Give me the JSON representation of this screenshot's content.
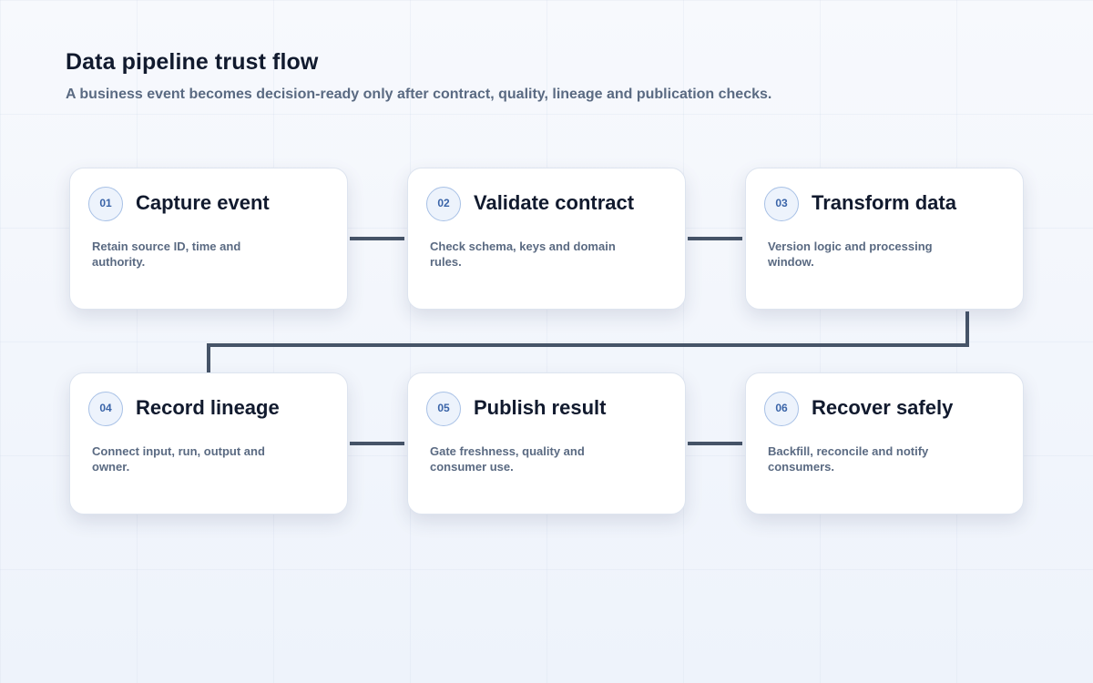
{
  "header": {
    "title": "Data pipeline trust flow",
    "subtitle": "A business event becomes decision-ready only after contract, quality, lineage and publication checks."
  },
  "steps": [
    {
      "number": "01",
      "title": "Capture event",
      "description": "Retain source ID, time and authority."
    },
    {
      "number": "02",
      "title": "Validate contract",
      "description": "Check schema, keys and domain rules."
    },
    {
      "number": "03",
      "title": "Transform data",
      "description": "Version logic and processing window."
    },
    {
      "number": "04",
      "title": "Record lineage",
      "description": "Connect input, run, output and owner."
    },
    {
      "number": "05",
      "title": "Publish result",
      "description": "Gate freshness, quality and consumer use."
    },
    {
      "number": "06",
      "title": "Recover safely",
      "description": "Backfill, reconcile and notify consumers."
    }
  ],
  "colors": {
    "connector": "#465468",
    "badge_text": "#3a64a8",
    "title_text": "#111a2e",
    "muted_text": "#5a6a82"
  }
}
